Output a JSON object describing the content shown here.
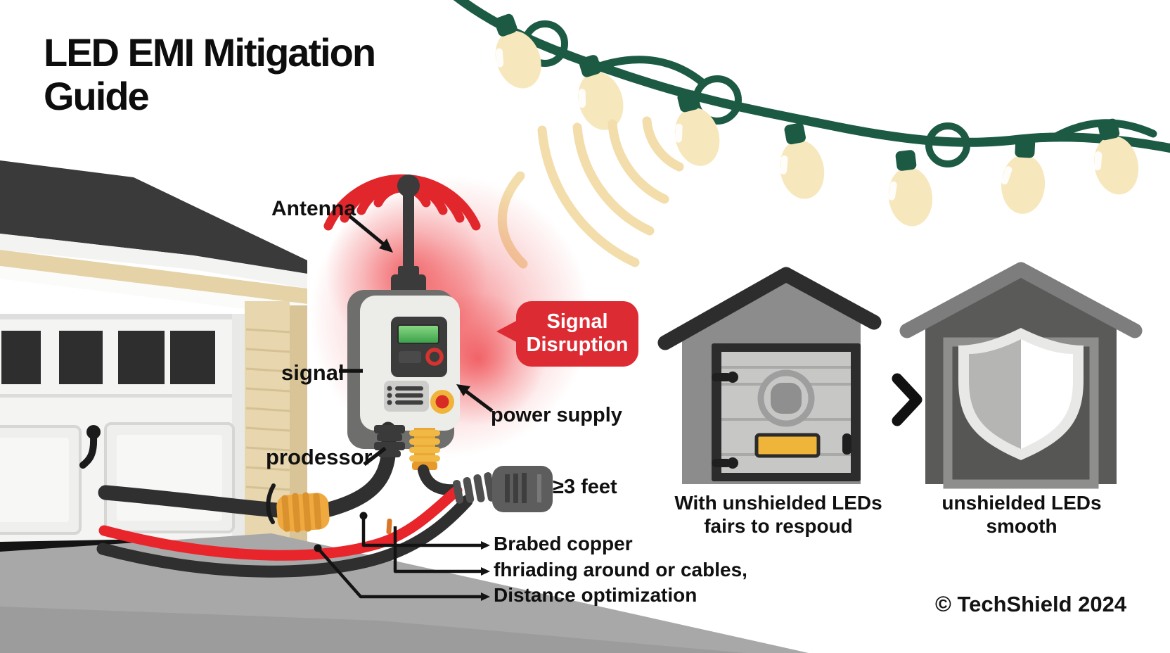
{
  "title": "LED EMI Mitigation Guide",
  "device_labels": {
    "antenna": "Antenna",
    "signal": "signal",
    "processor": "prodessor",
    "power_supply": "power supply"
  },
  "callout": {
    "line1": "Signal",
    "line2": "Disruption"
  },
  "annotations": {
    "distance": "≥3 feet",
    "tips": [
      "Brabed copper",
      "fhriading around or cables,",
      "Distance optimization"
    ]
  },
  "comparison": {
    "before": {
      "line1": "With unshielded LEDs",
      "line2": "fairs to respoud"
    },
    "after": {
      "line1": "unshielded LEDs",
      "line2": "smooth"
    }
  },
  "footer": {
    "copyright": "© TechShield 2024"
  },
  "colors": {
    "alert_red": "#dd2b33",
    "wifi_red": "#e1262c",
    "wire_green": "#1c5a44",
    "bulb_cream": "#f7e7bc",
    "emi_arc_tan": "#f2ddab",
    "house_tan": "#e7d6ae",
    "roof_dark": "#3a3a3a",
    "ferrite_orange": "#efa93e",
    "cable_red": "#e8252b",
    "cable_black": "#303030",
    "accent_yellow": "#eeb53a",
    "driveway_gray": "#a8a8a9"
  }
}
